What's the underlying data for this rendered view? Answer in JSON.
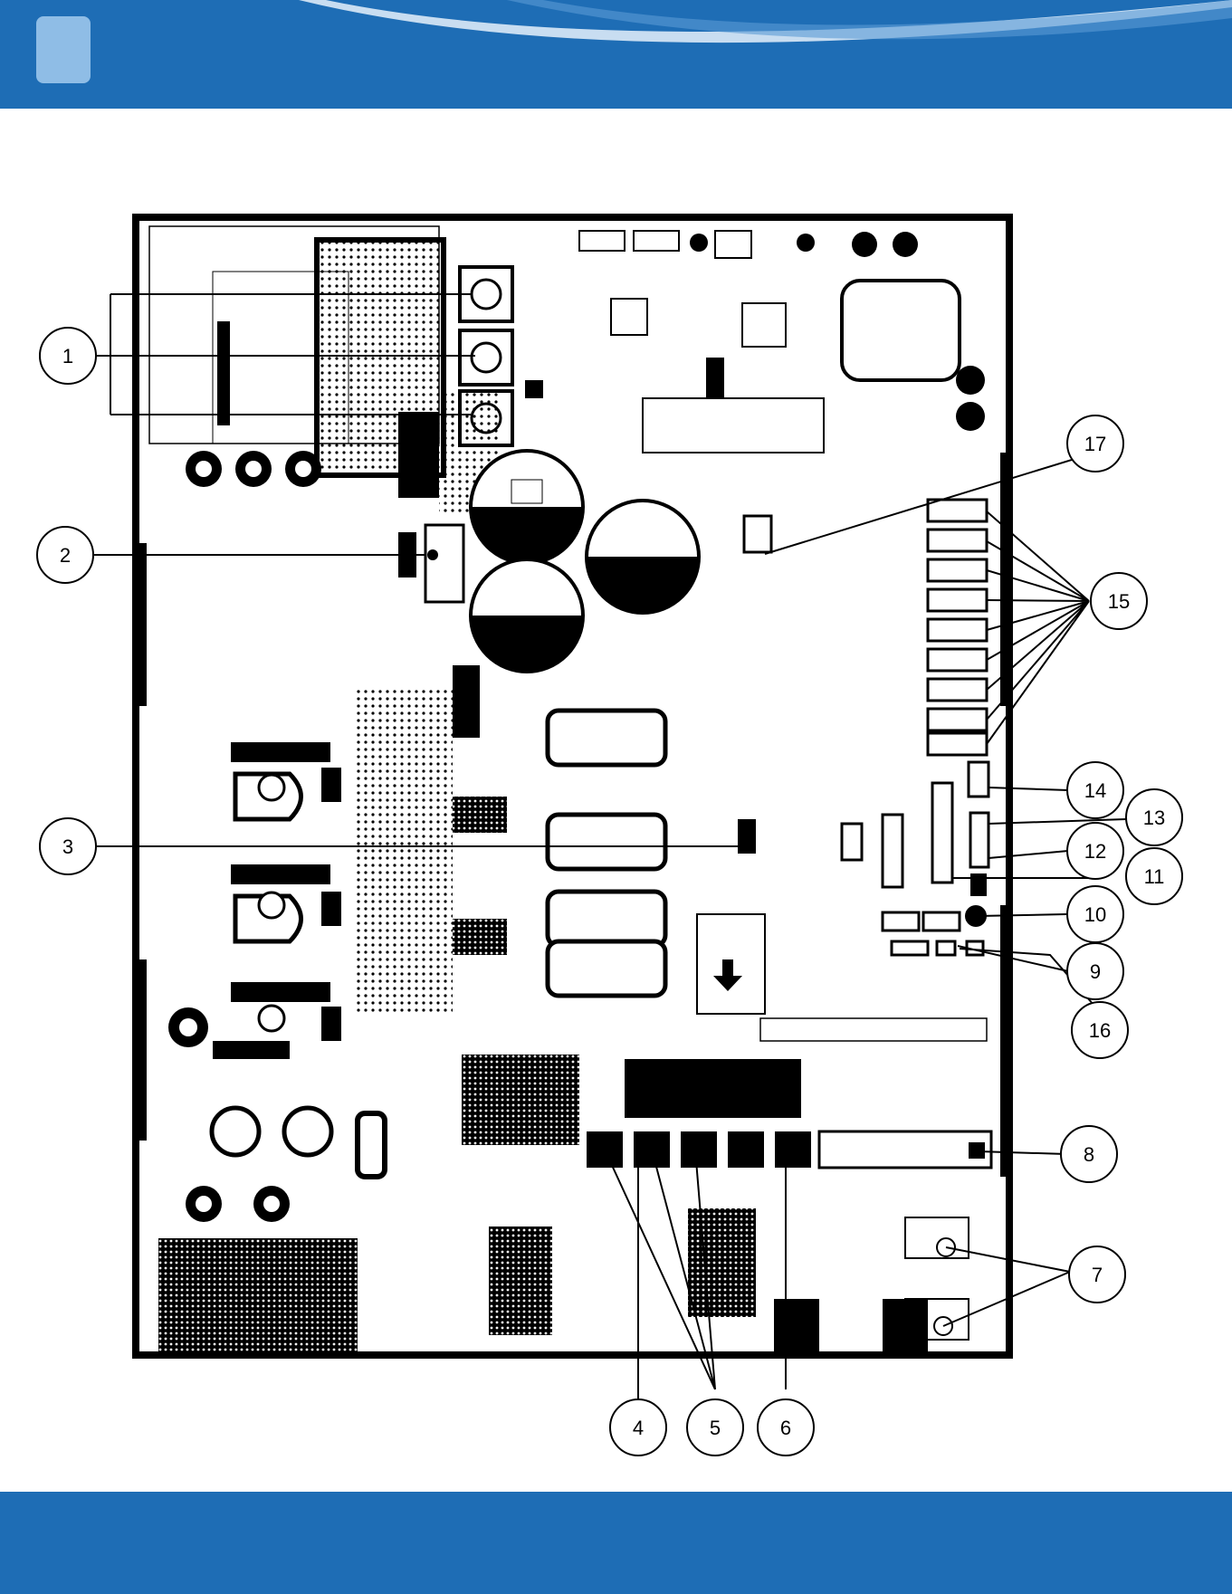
{
  "colors": {
    "header_blue": "#1e6db5",
    "badge_light_blue": "#8fbde6",
    "board_ink": "#000000",
    "background": "#ffffff"
  },
  "callouts": [
    {
      "label": "1"
    },
    {
      "label": "2"
    },
    {
      "label": "3"
    },
    {
      "label": "4"
    },
    {
      "label": "5"
    },
    {
      "label": "6"
    },
    {
      "label": "7"
    },
    {
      "label": "8"
    },
    {
      "label": "9"
    },
    {
      "label": "10"
    },
    {
      "label": "11"
    },
    {
      "label": "12"
    },
    {
      "label": "13"
    },
    {
      "label": "14"
    },
    {
      "label": "15"
    },
    {
      "label": "16"
    },
    {
      "label": "17"
    }
  ]
}
